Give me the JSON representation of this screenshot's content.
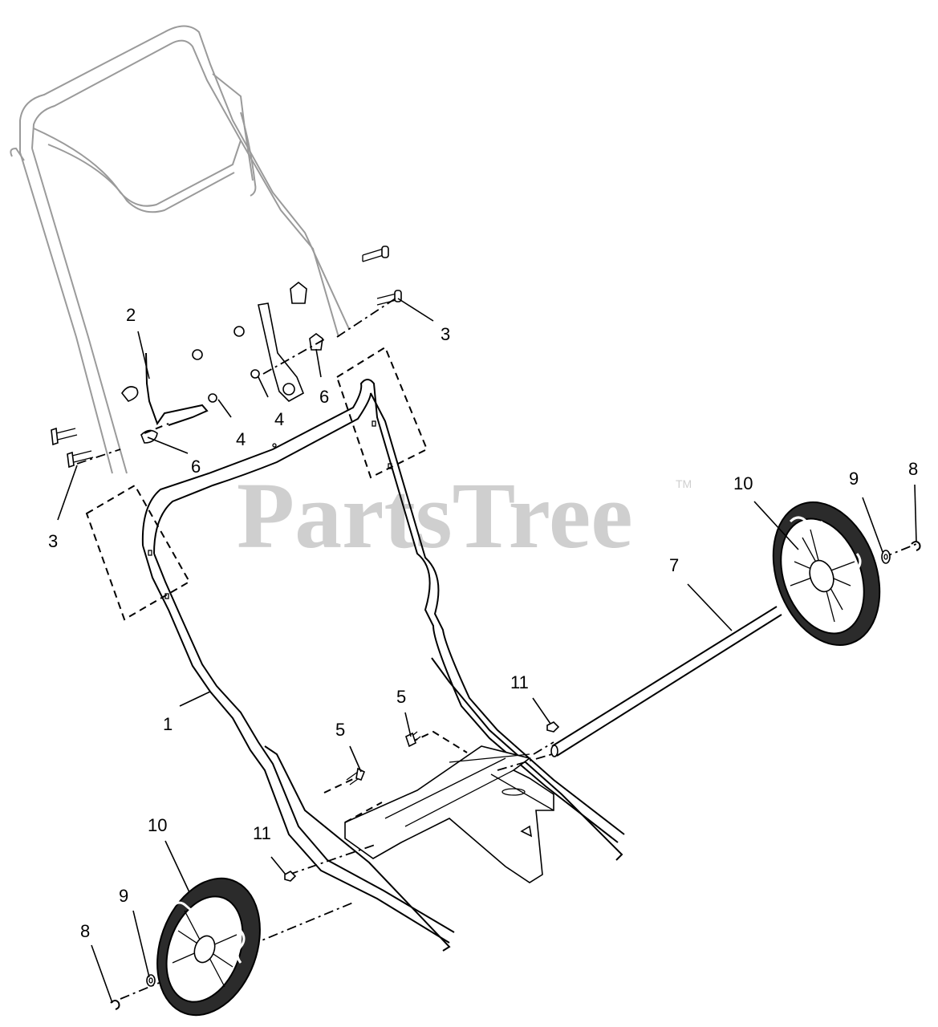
{
  "watermark": {
    "text": "PartsTree",
    "trademark": "TM"
  },
  "callouts": {
    "c1": "1",
    "c2": "2",
    "c3_left": "3",
    "c3_right": "3",
    "c4_left": "4",
    "c4_right": "4",
    "c5_left": "5",
    "c5_right": "5",
    "c6_left": "6",
    "c6_right": "6",
    "c7": "7",
    "c8_left": "8",
    "c8_right": "8",
    "c9_left": "9",
    "c9_right": "9",
    "c10_left": "10",
    "c10_right": "10",
    "c11_left": "11",
    "c11_right": "11"
  }
}
